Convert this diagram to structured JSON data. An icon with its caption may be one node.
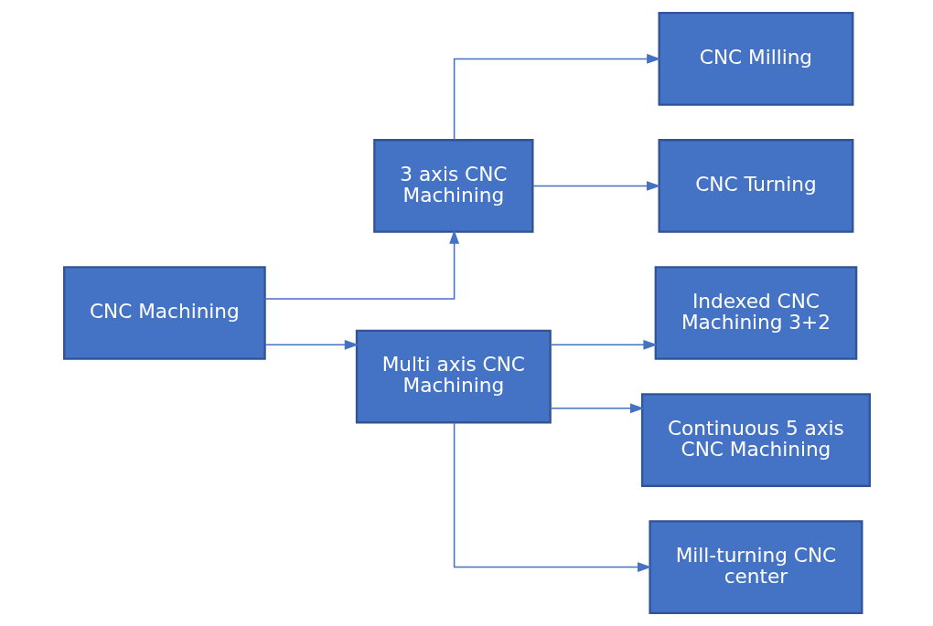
{
  "diagram": {
    "nodes": [
      {
        "text": [
          "CNC Machining"
        ]
      },
      {
        "text": [
          "3 axis CNC Machining"
        ]
      },
      {
        "text": [
          "Multi axis CNC Machining"
        ]
      },
      {
        "text": [
          "CNC Milling"
        ]
      },
      {
        "text": [
          "CNC Turning"
        ]
      },
      {
        "text": [
          "Indexed CNC Machining 3+2"
        ]
      },
      {
        "text": [
          "Continuous 5 axis CNC Machining"
        ]
      },
      {
        "text": [
          "Mill-turning CNC center"
        ]
      }
    ],
    "edges": [
      {
        "from": 0,
        "to": 1,
        "arrow": "to"
      },
      {
        "from": 0,
        "to": 2,
        "arrow": "to"
      },
      {
        "from": 1,
        "to": 3,
        "arrow": "to"
      },
      {
        "from": 1,
        "to": 4,
        "arrow": "to"
      },
      {
        "from": 2,
        "to": 5,
        "arrow": "to"
      },
      {
        "from": 2,
        "to": 6,
        "arrow": "to"
      },
      {
        "from": 2,
        "to": 7,
        "arrow": "to"
      }
    ]
  }
}
